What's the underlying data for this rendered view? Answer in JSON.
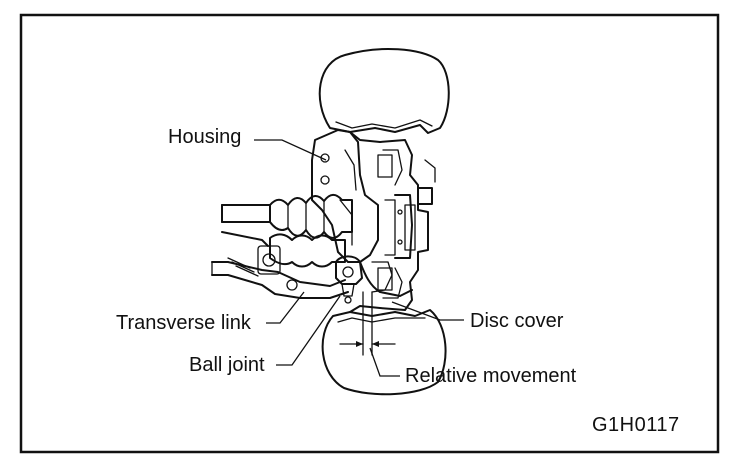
{
  "labels": {
    "housing": "Housing",
    "transverse_link": "Transverse link",
    "ball_joint": "Ball joint",
    "disc_cover": "Disc cover",
    "relative_movement": "Relative movement"
  },
  "figure_code": "G1H0117"
}
